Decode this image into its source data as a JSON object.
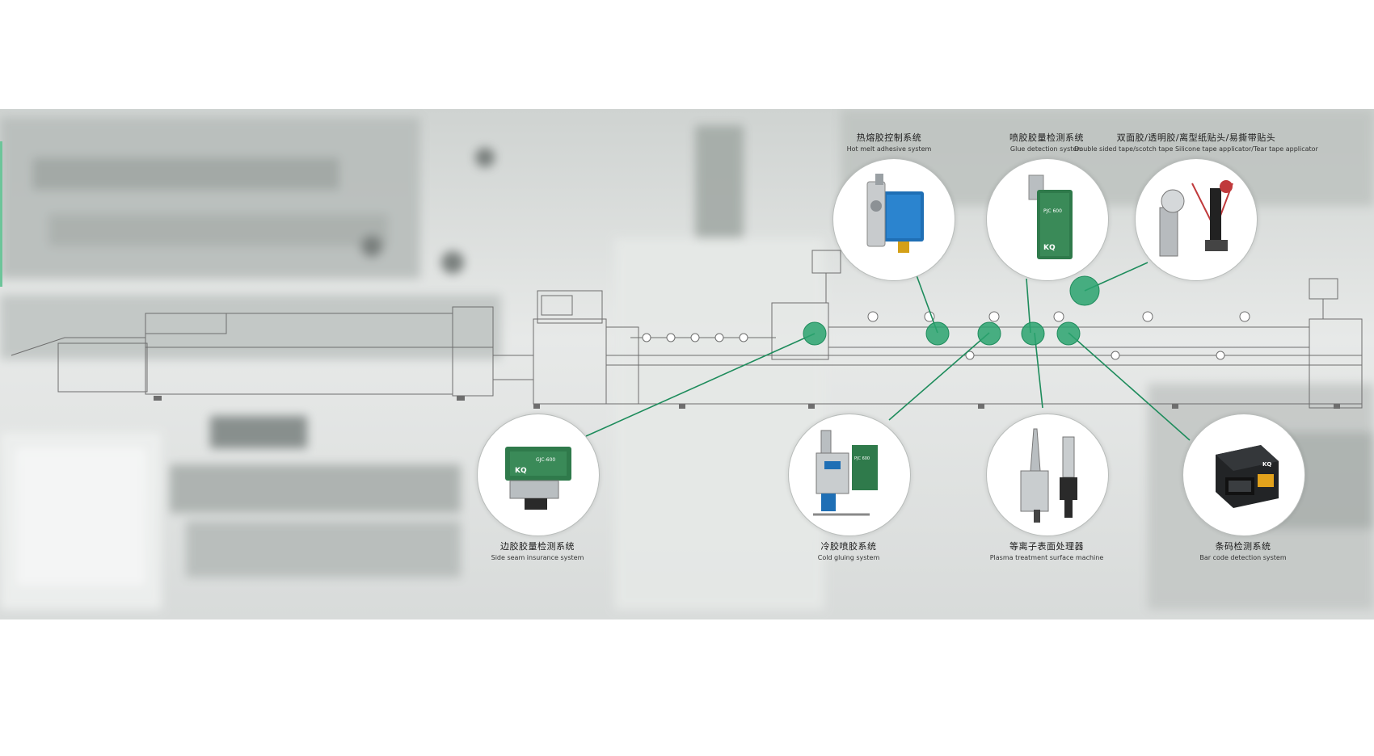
{
  "components": [
    {
      "id": "hot-melt",
      "cn": "热熔胶控制系统",
      "en": "Hot melt adhesive system"
    },
    {
      "id": "glue-detection",
      "cn": "喷胶胶量检测系统",
      "en": "Glue detection system"
    },
    {
      "id": "tape-applicator",
      "cn": "双面胶/透明胶/离型纸贴头/易撕带贴头",
      "en": "Double sided tape/scotch tape Silicone tape applicator/Tear tape applicator"
    },
    {
      "id": "side-seam",
      "cn": "边胶胶量检测系统",
      "en": "Side seam insurance system"
    },
    {
      "id": "cold-gluing",
      "cn": "冷胶喷胶系统",
      "en": "Cold gluing system"
    },
    {
      "id": "plasma",
      "cn": "等离子表面处理器",
      "en": "Plasma treatment surface machine"
    },
    {
      "id": "barcode",
      "cn": "条码检测系统",
      "en": "Bar code detection system"
    }
  ],
  "device_text": {
    "glue_detector_model": "PJC 600",
    "glue_detector_brand": "KQ",
    "side_seam_model": "GJC-600",
    "side_seam_brand": "KQ",
    "cold_glue_model": "PJC 600",
    "barcode_brand": "KQ"
  },
  "colors": {
    "accent": "#1e8c5c",
    "callout_dot": "#2aa36f",
    "device_blue": "#1f6fb5",
    "device_green": "#2f7a4b",
    "scanner_dark": "#222426",
    "label_orange": "#e2a21c"
  }
}
